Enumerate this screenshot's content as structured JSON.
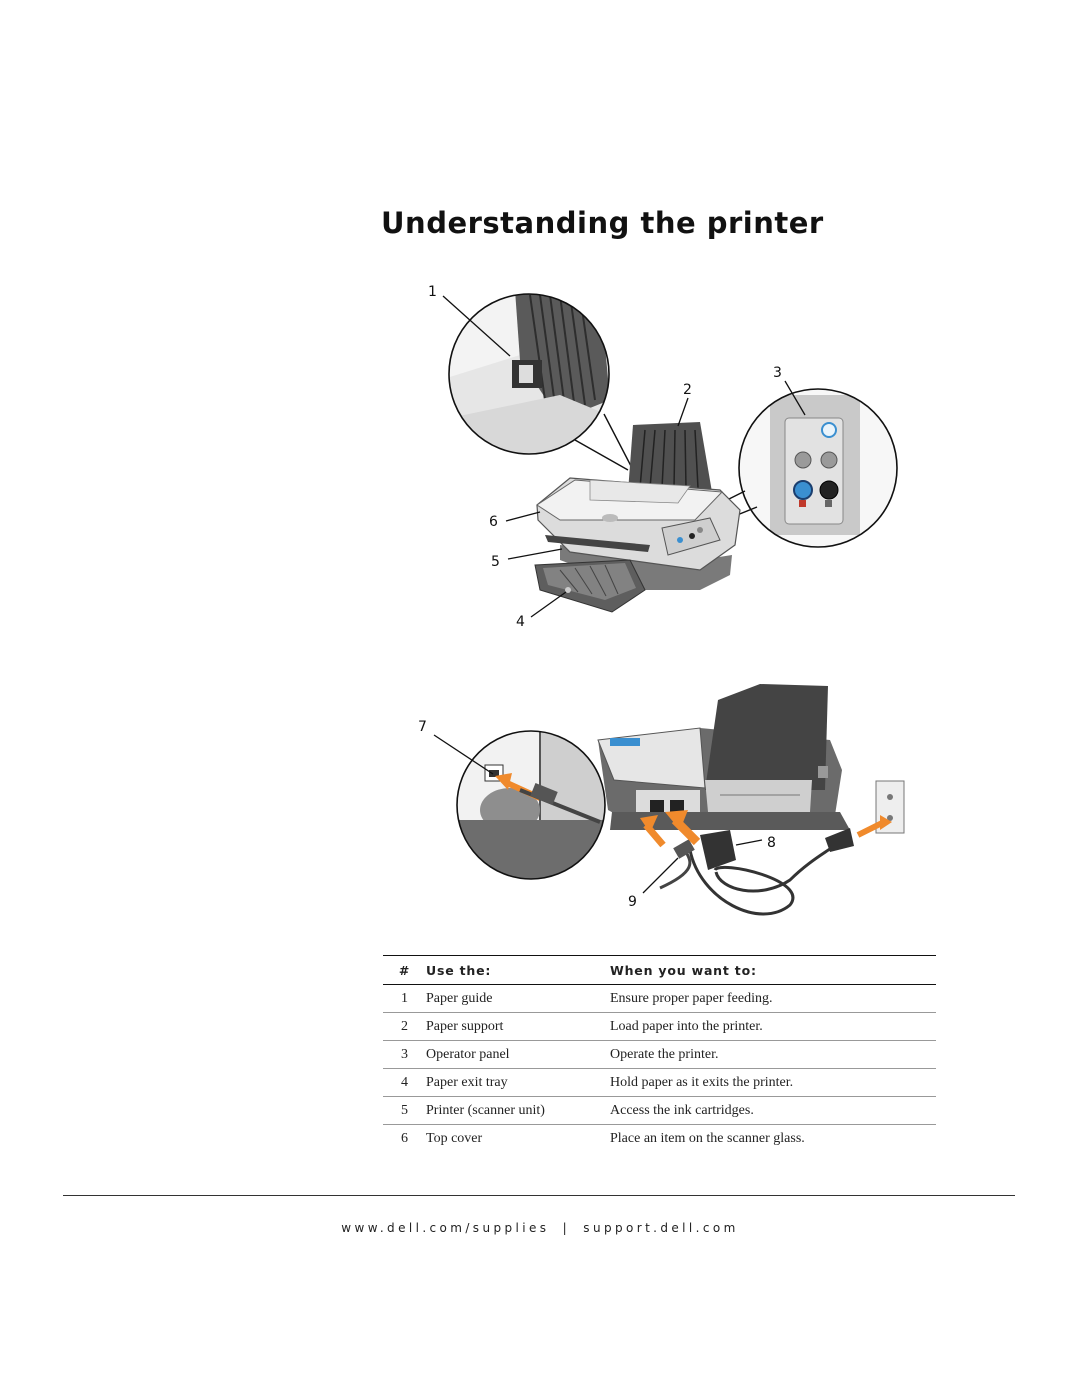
{
  "page": {
    "title": "Understanding the printer"
  },
  "figure_top": {
    "callouts": [
      "1",
      "2",
      "3",
      "4",
      "5",
      "6"
    ]
  },
  "figure_bottom": {
    "callouts": [
      "7",
      "8",
      "9"
    ]
  },
  "table": {
    "headers": {
      "num": "#",
      "part": "Use the:",
      "purpose": "When you want to:"
    },
    "rows": [
      {
        "num": "1",
        "part": "Paper guide",
        "purpose": "Ensure proper paper feeding."
      },
      {
        "num": "2",
        "part": "Paper support",
        "purpose": "Load paper into the printer."
      },
      {
        "num": "3",
        "part": "Operator panel",
        "purpose": "Operate the printer."
      },
      {
        "num": "4",
        "part": "Paper exit tray",
        "purpose": "Hold paper as it exits the printer."
      },
      {
        "num": "5",
        "part": "Printer (scanner unit)",
        "purpose": "Access the ink cartridges."
      },
      {
        "num": "6",
        "part": "Top cover",
        "purpose": "Place an item on the scanner glass."
      }
    ]
  },
  "footer": {
    "left": "www.dell.com/supplies",
    "separator": "|",
    "right": "support.dell.com"
  },
  "colors": {
    "accent_orange": "#f08a2c",
    "power_button": "#3a8fd0"
  }
}
